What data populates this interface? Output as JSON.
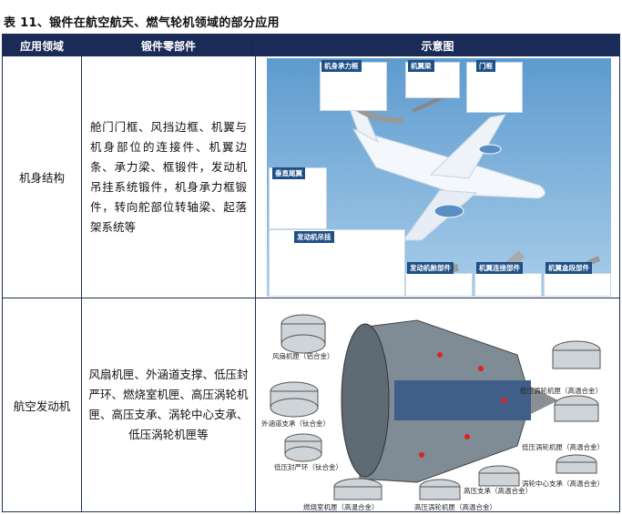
{
  "title": "表 11、锻件在航空航天、燃气轮机领域的部分应用",
  "headers": [
    "应用领域",
    "锻件零部件",
    "示意图"
  ],
  "rows": [
    {
      "area": "机身结构",
      "parts": "舱门门框、风挡边框、机翼与机身部位的连接件、机翼边条、承力梁、框锻件，发动机吊挂系统锻件，机身承力框锻件，转向舵部位转轴梁、起落架系统等",
      "figure_labels": {
        "fuselage_frame": "机身承力框",
        "wing_beam": "机翼梁",
        "door_frame": "门框",
        "vertical_tail": "垂直尾翼",
        "engine_pylon": "发动机吊挂",
        "nacelle": "发动机舱部件",
        "wing_joint": "机翼连接部件",
        "wing_box": "机翼盒段部件"
      }
    },
    {
      "area": "航空发动机",
      "parts": "风扇机匣、外涵道支撑、低压封严环、燃烧室机匣、高压涡轮机匣、高压支承、涡轮中心支承、低压涡轮机匣等",
      "figure_labels": {
        "fan_case": "风扇机匣（铝合金）",
        "bypass_support": "外涵道支承（钛合金）",
        "lp_seal": "低压封严环（钛合金）",
        "combustor_case": "燃烧室机匣（高温合金）",
        "hp_turbine_case": "高压涡轮机匣（高温合金）",
        "hp_support": "高压支承（高温合金）",
        "turbine_center": "涡轮中心支承（高温合金）",
        "lp_turbine_case_1": "低压涡轮机匣（高温合金）",
        "lp_turbine_case_2": "低压涡轮机匣（高温合金）"
      }
    }
  ],
  "colors": {
    "header_bg": "#1a2b57",
    "label_bg": "#1e4f86",
    "sky": "#6fa9d6"
  }
}
